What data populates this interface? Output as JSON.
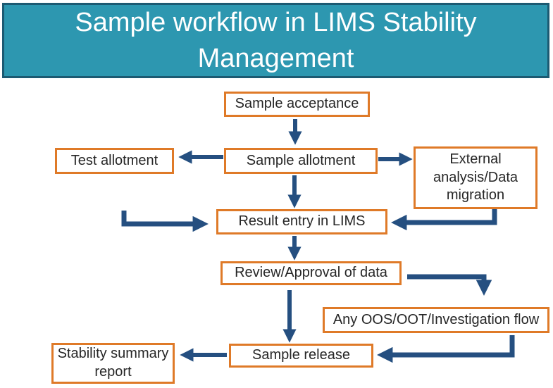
{
  "colors": {
    "background": "#FFFFFF",
    "header_bg": "#2D97B0",
    "header_border": "#1C5A72",
    "header_text": "#FFFFFF",
    "box_bg": "#FFFFFF",
    "box_border": "#DF7A28",
    "box_text": "#262626",
    "arrow": "#254F80"
  },
  "header": {
    "title": "Sample workflow in LIMS Stability Management"
  },
  "flowchart": {
    "nodes": [
      {
        "id": "sample-acceptance",
        "label": "Sample acceptance"
      },
      {
        "id": "test-allotment",
        "label": "Test allotment"
      },
      {
        "id": "sample-allotment",
        "label": "Sample allotment"
      },
      {
        "id": "external-analysis",
        "label": "External\nanalysis/Data\nmigration"
      },
      {
        "id": "result-entry",
        "label": "Result entry in LIMS"
      },
      {
        "id": "review-approval",
        "label": "Review/Approval of data"
      },
      {
        "id": "oos-investigation",
        "label": "Any OOS/OOT/Investigation flow"
      },
      {
        "id": "sample-release",
        "label": "Sample release"
      },
      {
        "id": "stability-report",
        "label": "Stability summary\nreport"
      }
    ]
  }
}
